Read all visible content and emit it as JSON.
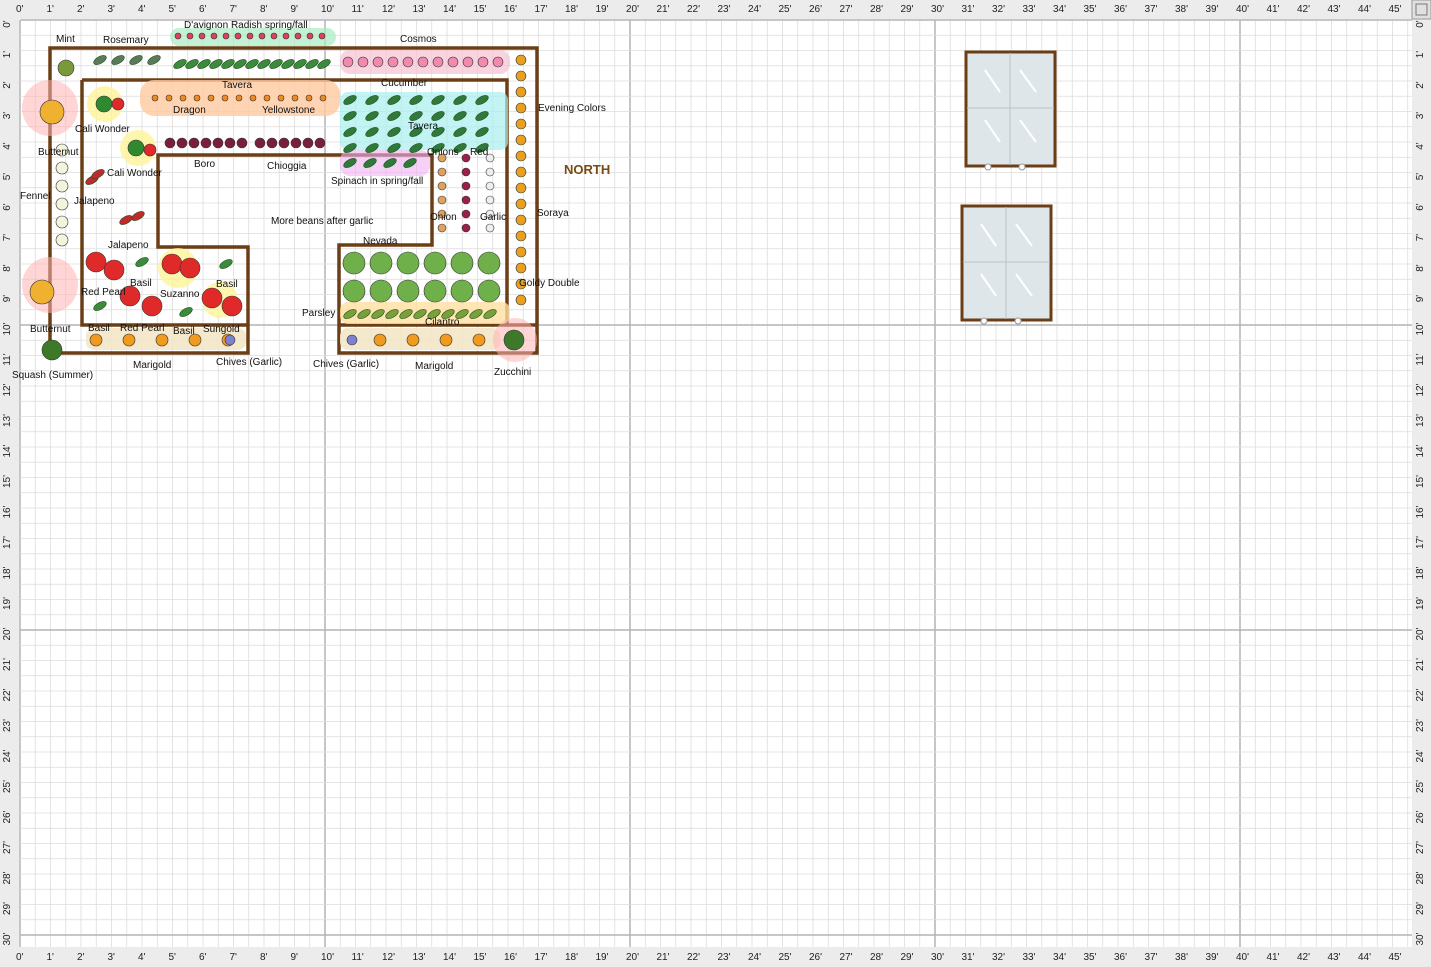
{
  "planner": {
    "north_label": "NORTH",
    "ruler": {
      "unit_suffix": "'",
      "horizontal_max_ft": 45,
      "vertical_max_ft": 30
    },
    "colors": {
      "bed_border": "#6b3e16",
      "grid_minor": "#dcdcdc",
      "grid_major": "#b4b4b4",
      "ruler_bg": "#ececec",
      "north": "#7a4a12"
    },
    "plant_labels": [
      {
        "text": "Mint"
      },
      {
        "text": "Rosemary"
      },
      {
        "text": "D'avignon Radish spring/fall"
      },
      {
        "text": "Cosmos"
      },
      {
        "text": "Cucumber"
      },
      {
        "text": "Tavera"
      },
      {
        "text": "Tavera"
      },
      {
        "text": "Dragon"
      },
      {
        "text": "Yellowstone"
      },
      {
        "text": "Cali Wonder"
      },
      {
        "text": "Cali Wonder"
      },
      {
        "text": "Evening Colors"
      },
      {
        "text": "Butternut"
      },
      {
        "text": "Boro"
      },
      {
        "text": "Chioggia"
      },
      {
        "text": "Onions"
      },
      {
        "text": "Red"
      },
      {
        "text": "Spinach in spring/fall"
      },
      {
        "text": "Fennel"
      },
      {
        "text": "Jalapeno"
      },
      {
        "text": "Jalapeno"
      },
      {
        "text": "Onion"
      },
      {
        "text": "Garlic"
      },
      {
        "text": "Soraya"
      },
      {
        "text": "More beans after garlic"
      },
      {
        "text": "Nevada"
      },
      {
        "text": "Red Pearl"
      },
      {
        "text": "Basil"
      },
      {
        "text": "Suzanno"
      },
      {
        "text": "Basil"
      },
      {
        "text": "Goldy Double"
      },
      {
        "text": "Parsley"
      },
      {
        "text": "Cilantro"
      },
      {
        "text": "Butternut"
      },
      {
        "text": "Basil"
      },
      {
        "text": "Red Pearl"
      },
      {
        "text": "Basil"
      },
      {
        "text": "Sungold"
      },
      {
        "text": "Marigold"
      },
      {
        "text": "Chives (Garlic)"
      },
      {
        "text": "Chives (Garlic)"
      },
      {
        "text": "Marigold"
      },
      {
        "text": "Zucchini"
      },
      {
        "text": "Squash (Summer)"
      }
    ],
    "windows": [
      {
        "name": "window-upper"
      },
      {
        "name": "window-lower"
      }
    ]
  }
}
